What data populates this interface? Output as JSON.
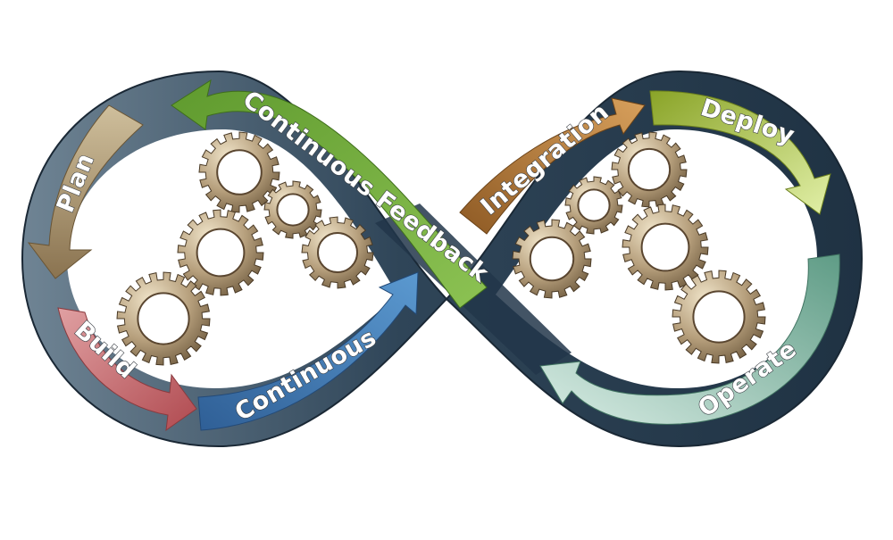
{
  "stages": {
    "plan": "Plan",
    "build": "Build",
    "continuous": "Continuous",
    "integration": "Integration",
    "deploy": "Deploy",
    "operate": "Operate",
    "feedback": "Continuous Feedback"
  },
  "colors": {
    "loop_dark": "#223446",
    "loop_light": "#6f8494",
    "plan": "#a89470",
    "build": "#c9656a",
    "continuous": "#3f74a8",
    "integration": "#b3783a",
    "deploy": "#9fb83a",
    "operate": "#78ad98",
    "feedback": "#6fa83a",
    "gear": "#b69f7c"
  }
}
